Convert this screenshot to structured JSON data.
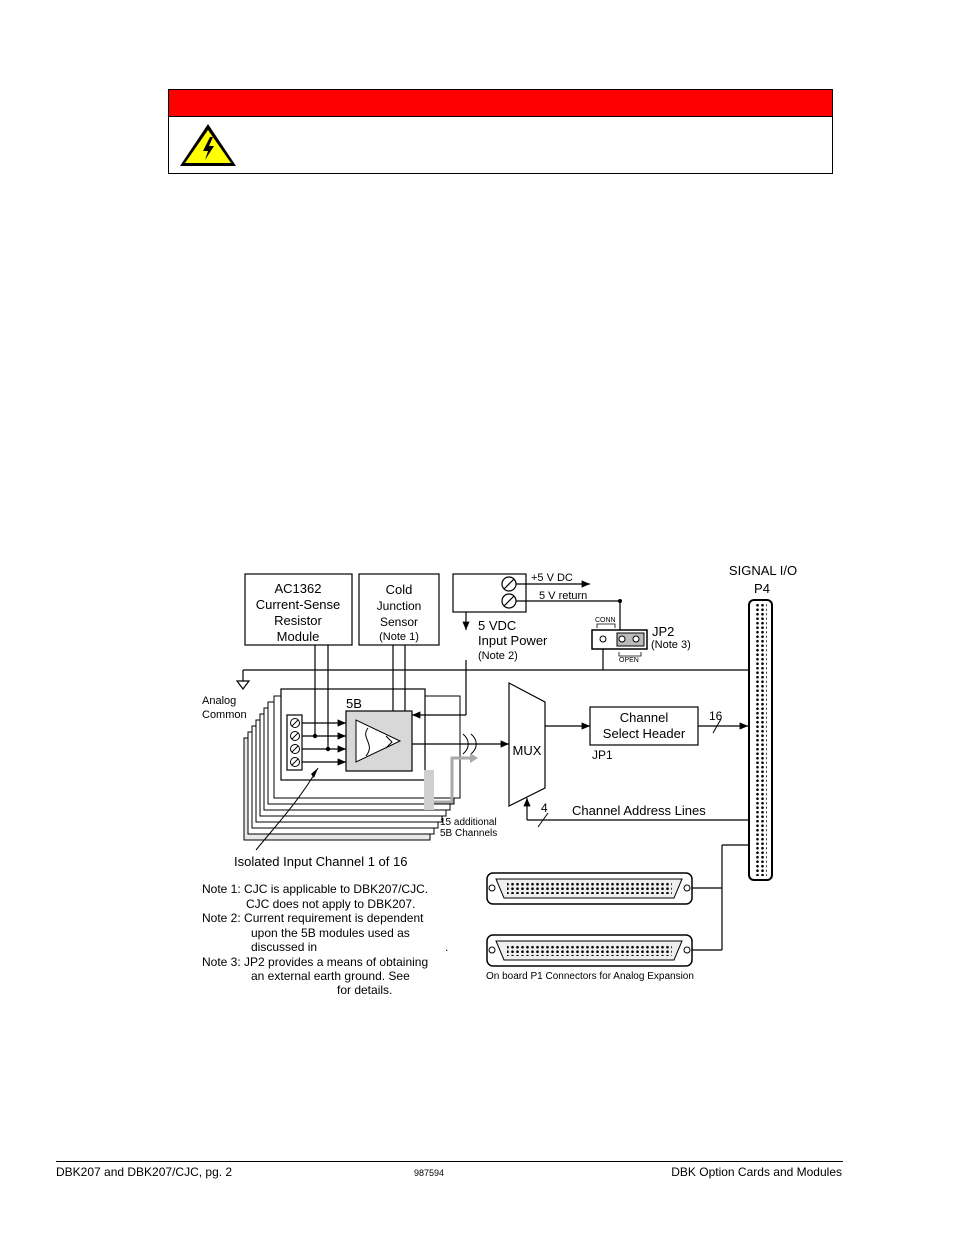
{
  "diagram": {
    "signal_io": "SIGNAL I/O",
    "p4": "P4",
    "ac1362": [
      "AC1362",
      "Current-Sense",
      "Resistor",
      "Module"
    ],
    "cjs": [
      "Cold",
      "Junction",
      "Sensor"
    ],
    "cjs_note": "(Note 1)",
    "plus5": "+5 V DC",
    "ret5": "5 V return",
    "vdc_power": [
      "5 VDC",
      "Input Power"
    ],
    "vdc_note": "(Note 2)",
    "conn": "CONN",
    "open": "OPEN",
    "jp2": "JP2",
    "jp2_note": "(Note 3)",
    "analog_common": [
      "Analog",
      "Common"
    ],
    "fiveb": "5B",
    "mux": "MUX",
    "channel_select": [
      "Channel",
      "Select Header"
    ],
    "jp1": "JP1",
    "bus16": "16",
    "bus4": "4",
    "channel_address": "Channel Address Lines",
    "additional": [
      "15 additional",
      "5B Channels"
    ],
    "isolated": "Isolated Input Channel 1 of 16",
    "notes": [
      "Note 1:  CJC is applicable to DBK207/CJC.",
      "CJC does not apply to DBK207.",
      "Note 2:  Current requirement is dependent",
      "upon the 5B modules used as",
      "discussed in",
      ".",
      "Note 3:   JP2 provides a means of obtaining",
      "an external earth ground.  See",
      "for details."
    ],
    "p1_caption": "On board P1 Connectors for Analog Expansion"
  },
  "footer": {
    "left": "DBK207 and DBK207/CJC, pg.  2",
    "mid": "987594",
    "right": "DBK Option Cards and Modules"
  },
  "colors": {
    "warning_bar": "#ff0000",
    "warning_icon": "#ffff00"
  }
}
